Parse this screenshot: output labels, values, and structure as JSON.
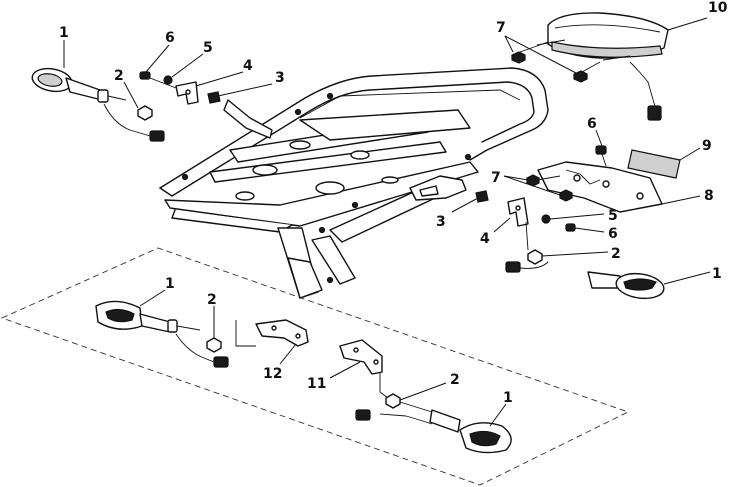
{
  "callouts": {
    "c1_top_left": "1",
    "c6_top": "6",
    "c5_top": "5",
    "c4_top": "4",
    "c3_top": "3",
    "c2_top": "2",
    "c7_top": "7",
    "c10": "10",
    "c6_right": "6",
    "c9": "9",
    "c7_mid": "7",
    "c8": "8",
    "c3_mid": "3",
    "c5_right": "5",
    "c4_mid": "4",
    "c6_mid": "6",
    "c2_right": "2",
    "c1_right": "1",
    "c1_lower_left": "1",
    "c2_lower": "2",
    "c12": "12",
    "c11": "11",
    "c2_lower_right": "2",
    "c1_lower_right": "1"
  }
}
